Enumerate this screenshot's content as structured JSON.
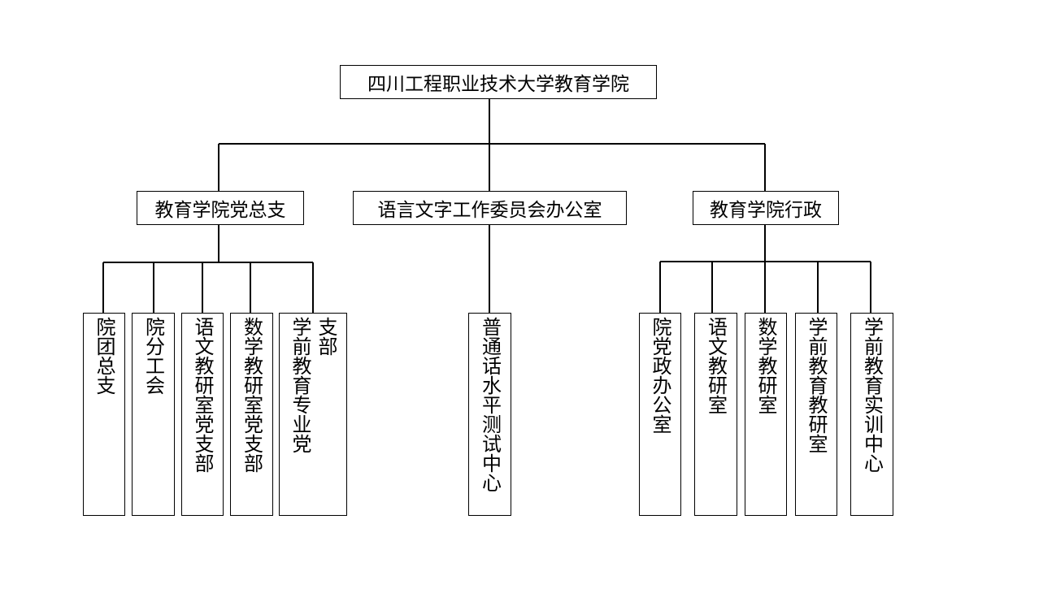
{
  "root": {
    "label": "四川工程职业技术大学教育学院"
  },
  "branches": [
    {
      "label": "教育学院党总支"
    },
    {
      "label": "语言文字工作委员会办公室"
    },
    {
      "label": "教育学院行政"
    }
  ],
  "party_units": [
    {
      "col1": "院团总支"
    },
    {
      "col1": "院分工会"
    },
    {
      "col1": "语文教研室党支部"
    },
    {
      "col1": "数学教研室党支部"
    },
    {
      "col1": "学前教育专业党",
      "col2": "支部"
    }
  ],
  "language_units": [
    {
      "col1": "普通话水平测试中心"
    }
  ],
  "admin_units": [
    {
      "col1": "院党政办公室"
    },
    {
      "col1": "语文教研室"
    },
    {
      "col1": "数学教研室"
    },
    {
      "col1": "学前教育教研室"
    },
    {
      "col1": "学前教育实训中心"
    }
  ]
}
